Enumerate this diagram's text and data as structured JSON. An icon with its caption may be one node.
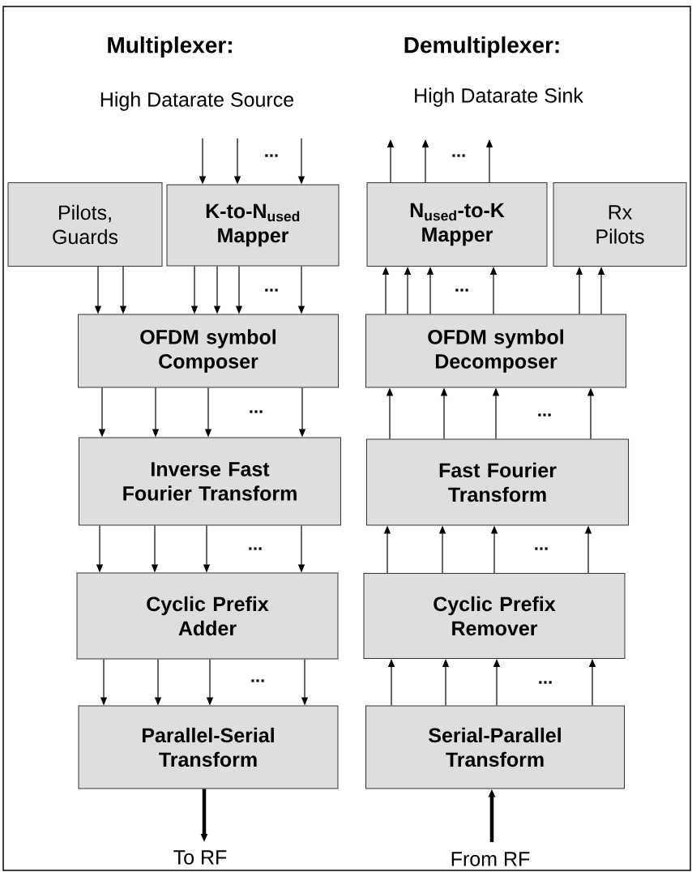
{
  "diagram": {
    "nodes": [
      {
        "text": [
          "High Datarate Source"
        ]
      },
      {
        "text": [
          "Pilots, Guards"
        ]
      },
      {
        "text": [
          "K-to-N$_{used}$ Mapper"
        ]
      },
      {
        "text": [
          "OFDM symbol Composer"
        ]
      },
      {
        "text": [
          "Inverse Fast Fourier Transform"
        ]
      },
      {
        "text": [
          "Cyclic Prefix Adder"
        ]
      },
      {
        "text": [
          "Parallel-Serial Transform"
        ]
      },
      {
        "text": [
          "To RF"
        ]
      },
      {
        "text": [
          "High Datarate Sink"
        ]
      },
      {
        "text": [
          "N$_{used}$-to-K Mapper"
        ]
      },
      {
        "text": [
          "Rx Pilots"
        ]
      },
      {
        "text": [
          "OFDM symbol Decomposer"
        ]
      },
      {
        "text": [
          "Fast Fourier Transform"
        ]
      },
      {
        "text": [
          "Cyclic Prefix Remover"
        ]
      },
      {
        "text": [
          "Serial-Parallel Transform"
        ]
      },
      {
        "text": [
          "From RF"
        ]
      }
    ],
    "edges": [
      {
        "from": 0,
        "to": 2,
        "arrow": "to"
      },
      {
        "from": 0,
        "to": 2,
        "arrow": "to"
      },
      {
        "from": 0,
        "to": 2,
        "arrow": "to"
      },
      {
        "from": 1,
        "to": 3,
        "arrow": "to"
      },
      {
        "from": 1,
        "to": 3,
        "arrow": "to"
      },
      {
        "from": 2,
        "to": 3,
        "arrow": "to"
      },
      {
        "from": 2,
        "to": 3,
        "arrow": "to"
      },
      {
        "from": 2,
        "to": 3,
        "arrow": "to"
      },
      {
        "from": 2,
        "to": 3,
        "arrow": "to"
      },
      {
        "from": 3,
        "to": 4,
        "arrow": "to"
      },
      {
        "from": 3,
        "to": 4,
        "arrow": "to"
      },
      {
        "from": 3,
        "to": 4,
        "arrow": "to"
      },
      {
        "from": 3,
        "to": 4,
        "arrow": "to"
      },
      {
        "from": 4,
        "to": 5,
        "arrow": "to"
      },
      {
        "from": 4,
        "to": 5,
        "arrow": "to"
      },
      {
        "from": 4,
        "to": 5,
        "arrow": "to"
      },
      {
        "from": 4,
        "to": 5,
        "arrow": "to"
      },
      {
        "from": 5,
        "to": 6,
        "arrow": "to"
      },
      {
        "from": 5,
        "to": 6,
        "arrow": "to"
      },
      {
        "from": 5,
        "to": 6,
        "arrow": "to"
      },
      {
        "from": 5,
        "to": 6,
        "arrow": "to"
      },
      {
        "from": 6,
        "to": 7,
        "arrow": "to",
        "style": "thick"
      },
      {
        "from": 9,
        "to": 8,
        "arrow": "to"
      },
      {
        "from": 9,
        "to": 8,
        "arrow": "to"
      },
      {
        "from": 9,
        "to": 8,
        "arrow": "to"
      },
      {
        "from": 11,
        "to": 9,
        "arrow": "to"
      },
      {
        "from": 11,
        "to": 9,
        "arrow": "to"
      },
      {
        "from": 11,
        "to": 9,
        "arrow": "to"
      },
      {
        "from": 11,
        "to": 9,
        "arrow": "to"
      },
      {
        "from": 11,
        "to": 10,
        "arrow": "to"
      },
      {
        "from": 11,
        "to": 10,
        "arrow": "to"
      },
      {
        "from": 12,
        "to": 11,
        "arrow": "to"
      },
      {
        "from": 12,
        "to": 11,
        "arrow": "to"
      },
      {
        "from": 12,
        "to": 11,
        "arrow": "to"
      },
      {
        "from": 12,
        "to": 11,
        "arrow": "to"
      },
      {
        "from": 13,
        "to": 12,
        "arrow": "to"
      },
      {
        "from": 13,
        "to": 12,
        "arrow": "to"
      },
      {
        "from": 13,
        "to": 12,
        "arrow": "to"
      },
      {
        "from": 13,
        "to": 12,
        "arrow": "to"
      },
      {
        "from": 14,
        "to": 13,
        "arrow": "to"
      },
      {
        "from": 14,
        "to": 13,
        "arrow": "to"
      },
      {
        "from": 14,
        "to": 13,
        "arrow": "to"
      },
      {
        "from": 14,
        "to": 13,
        "arrow": "to"
      },
      {
        "from": 15,
        "to": 14,
        "arrow": "to",
        "style": "thick"
      }
    ],
    "labels": [
      "Multiplexer:",
      "Demultiplexer:",
      "...",
      "...",
      "...",
      "...",
      "...",
      "...",
      "...",
      "...",
      "...",
      "..."
    ]
  }
}
